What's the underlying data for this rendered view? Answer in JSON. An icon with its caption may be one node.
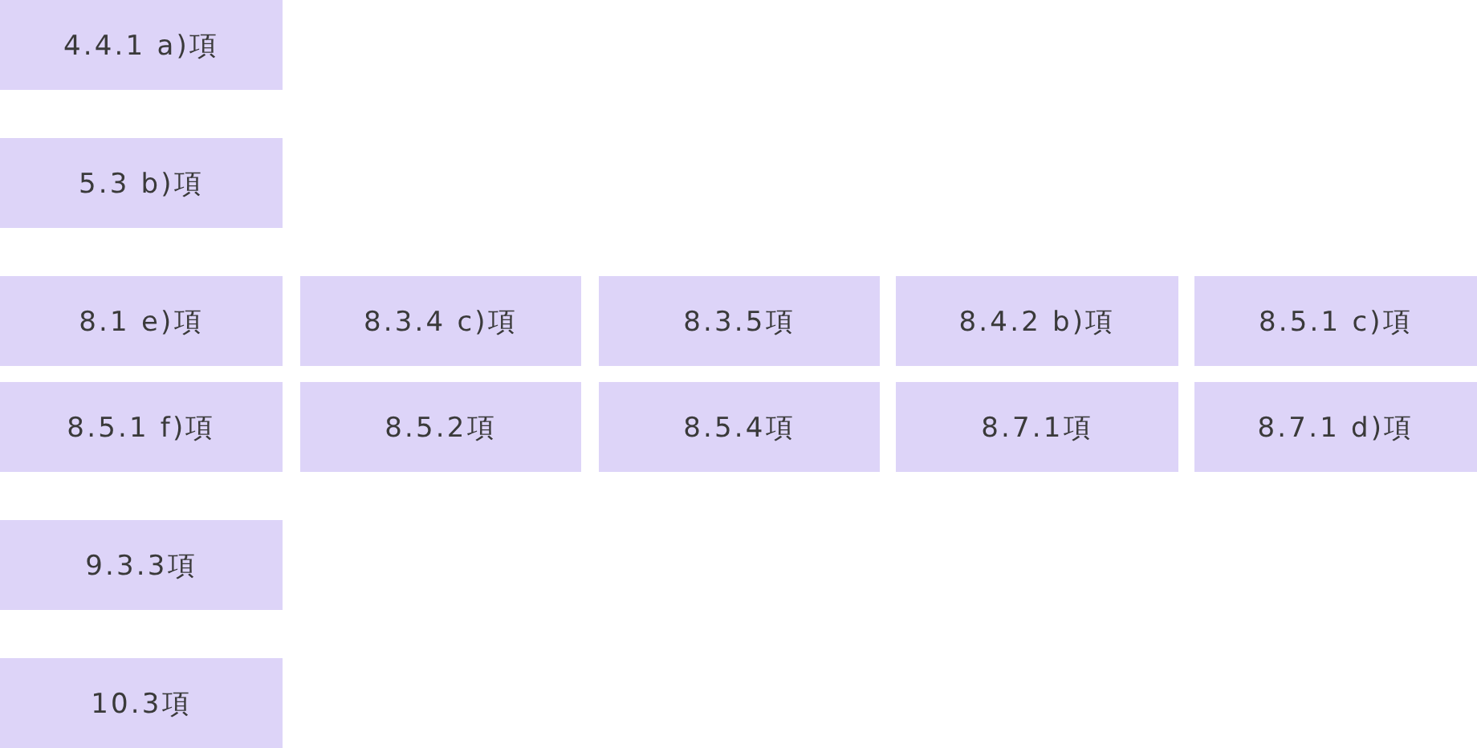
{
  "diagram": {
    "nodes": [
      {
        "text": [
          "4.4.1 a)項"
        ]
      },
      {
        "text": [
          "5.3 b)項"
        ]
      },
      {
        "text": [
          "8.1 e)項"
        ]
      },
      {
        "text": [
          "8.3.4 c)項"
        ]
      },
      {
        "text": [
          "8.3.5項"
        ]
      },
      {
        "text": [
          "8.4.2 b)項"
        ]
      },
      {
        "text": [
          "8.5.1 c)項"
        ]
      },
      {
        "text": [
          "8.5.1 f)項"
        ]
      },
      {
        "text": [
          "8.5.2項"
        ]
      },
      {
        "text": [
          "8.5.4項"
        ]
      },
      {
        "text": [
          "8.7.1項"
        ]
      },
      {
        "text": [
          "8.7.1 d)項"
        ]
      },
      {
        "text": [
          "9.3.3項"
        ]
      },
      {
        "text": [
          "10.3項"
        ]
      }
    ]
  }
}
